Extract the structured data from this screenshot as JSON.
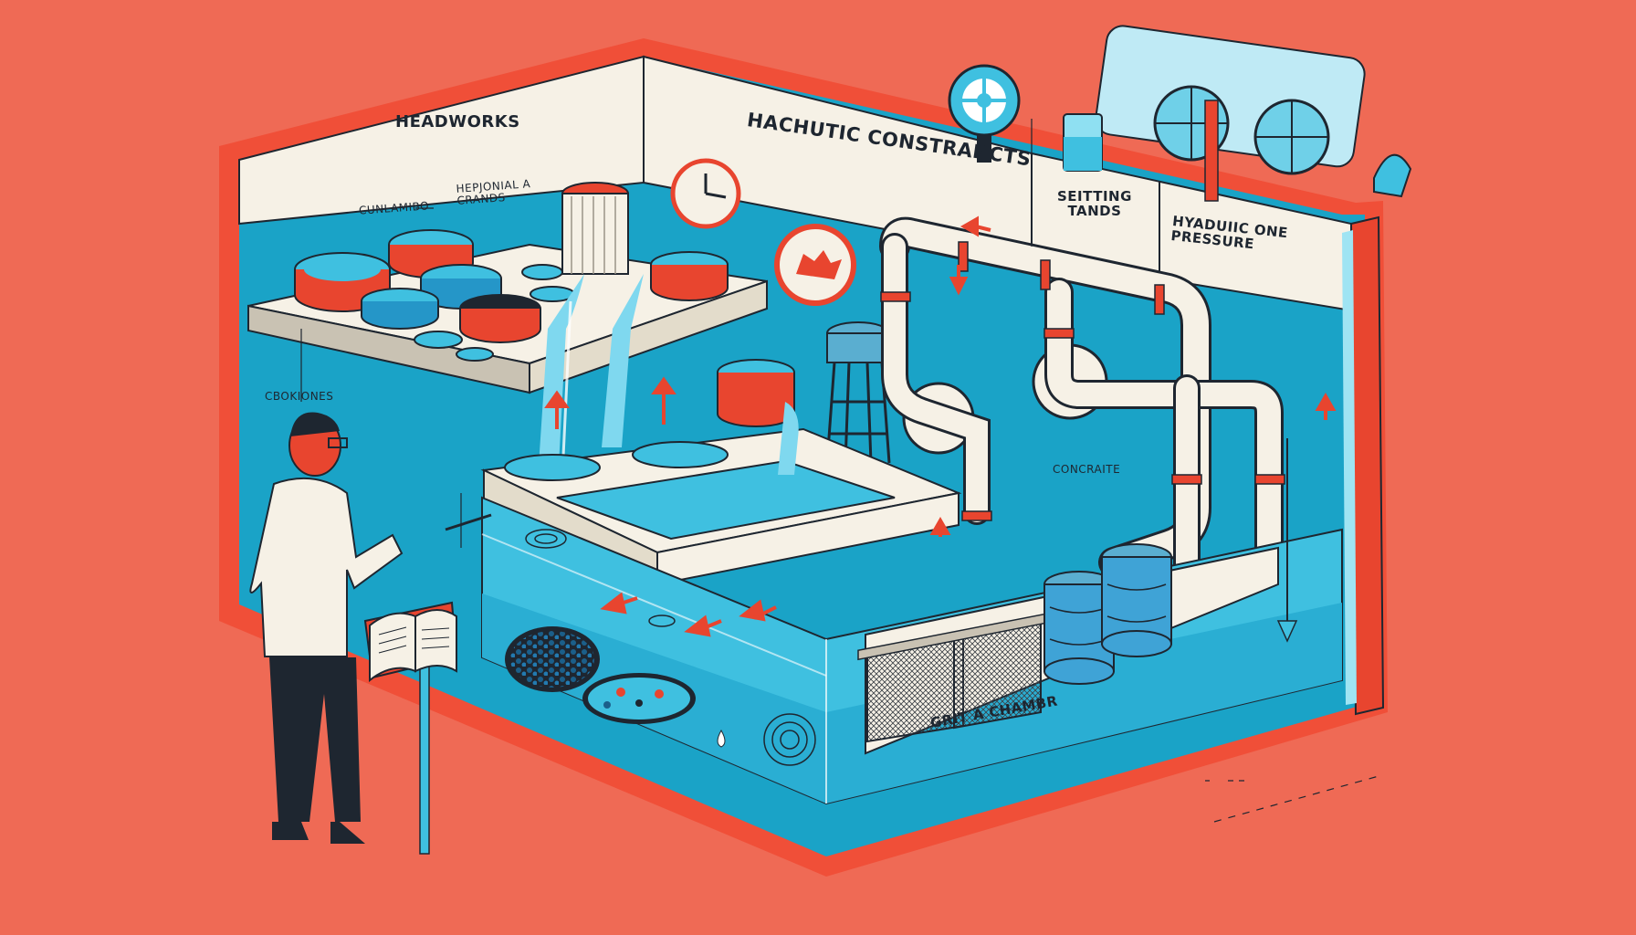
{
  "labels": {
    "headworks": "HEADWORKS",
    "hydraulic_constraints": "HACHUTIC CONSTRANCTS",
    "settling_tanks": "SEITTING\nTANDS",
    "hydraulic_pressure": "HYADUIIC ONE\nPRESSURE",
    "tanks_label_a": "CUNLAMIBO",
    "tanks_label_b": "HEPJONIAL A\nCRANDS",
    "side_label": "CBOKIONES",
    "concrete": "CONCRAITE",
    "grit_chamber": "GRIT A CHAMBR"
  },
  "colors": {
    "background": "#ef6a55",
    "water": "#3fc0e0",
    "water_dark": "#1aa3c7",
    "accent_red": "#e8452f",
    "panel_white": "#f6f1e6",
    "ink": "#1e2630"
  }
}
